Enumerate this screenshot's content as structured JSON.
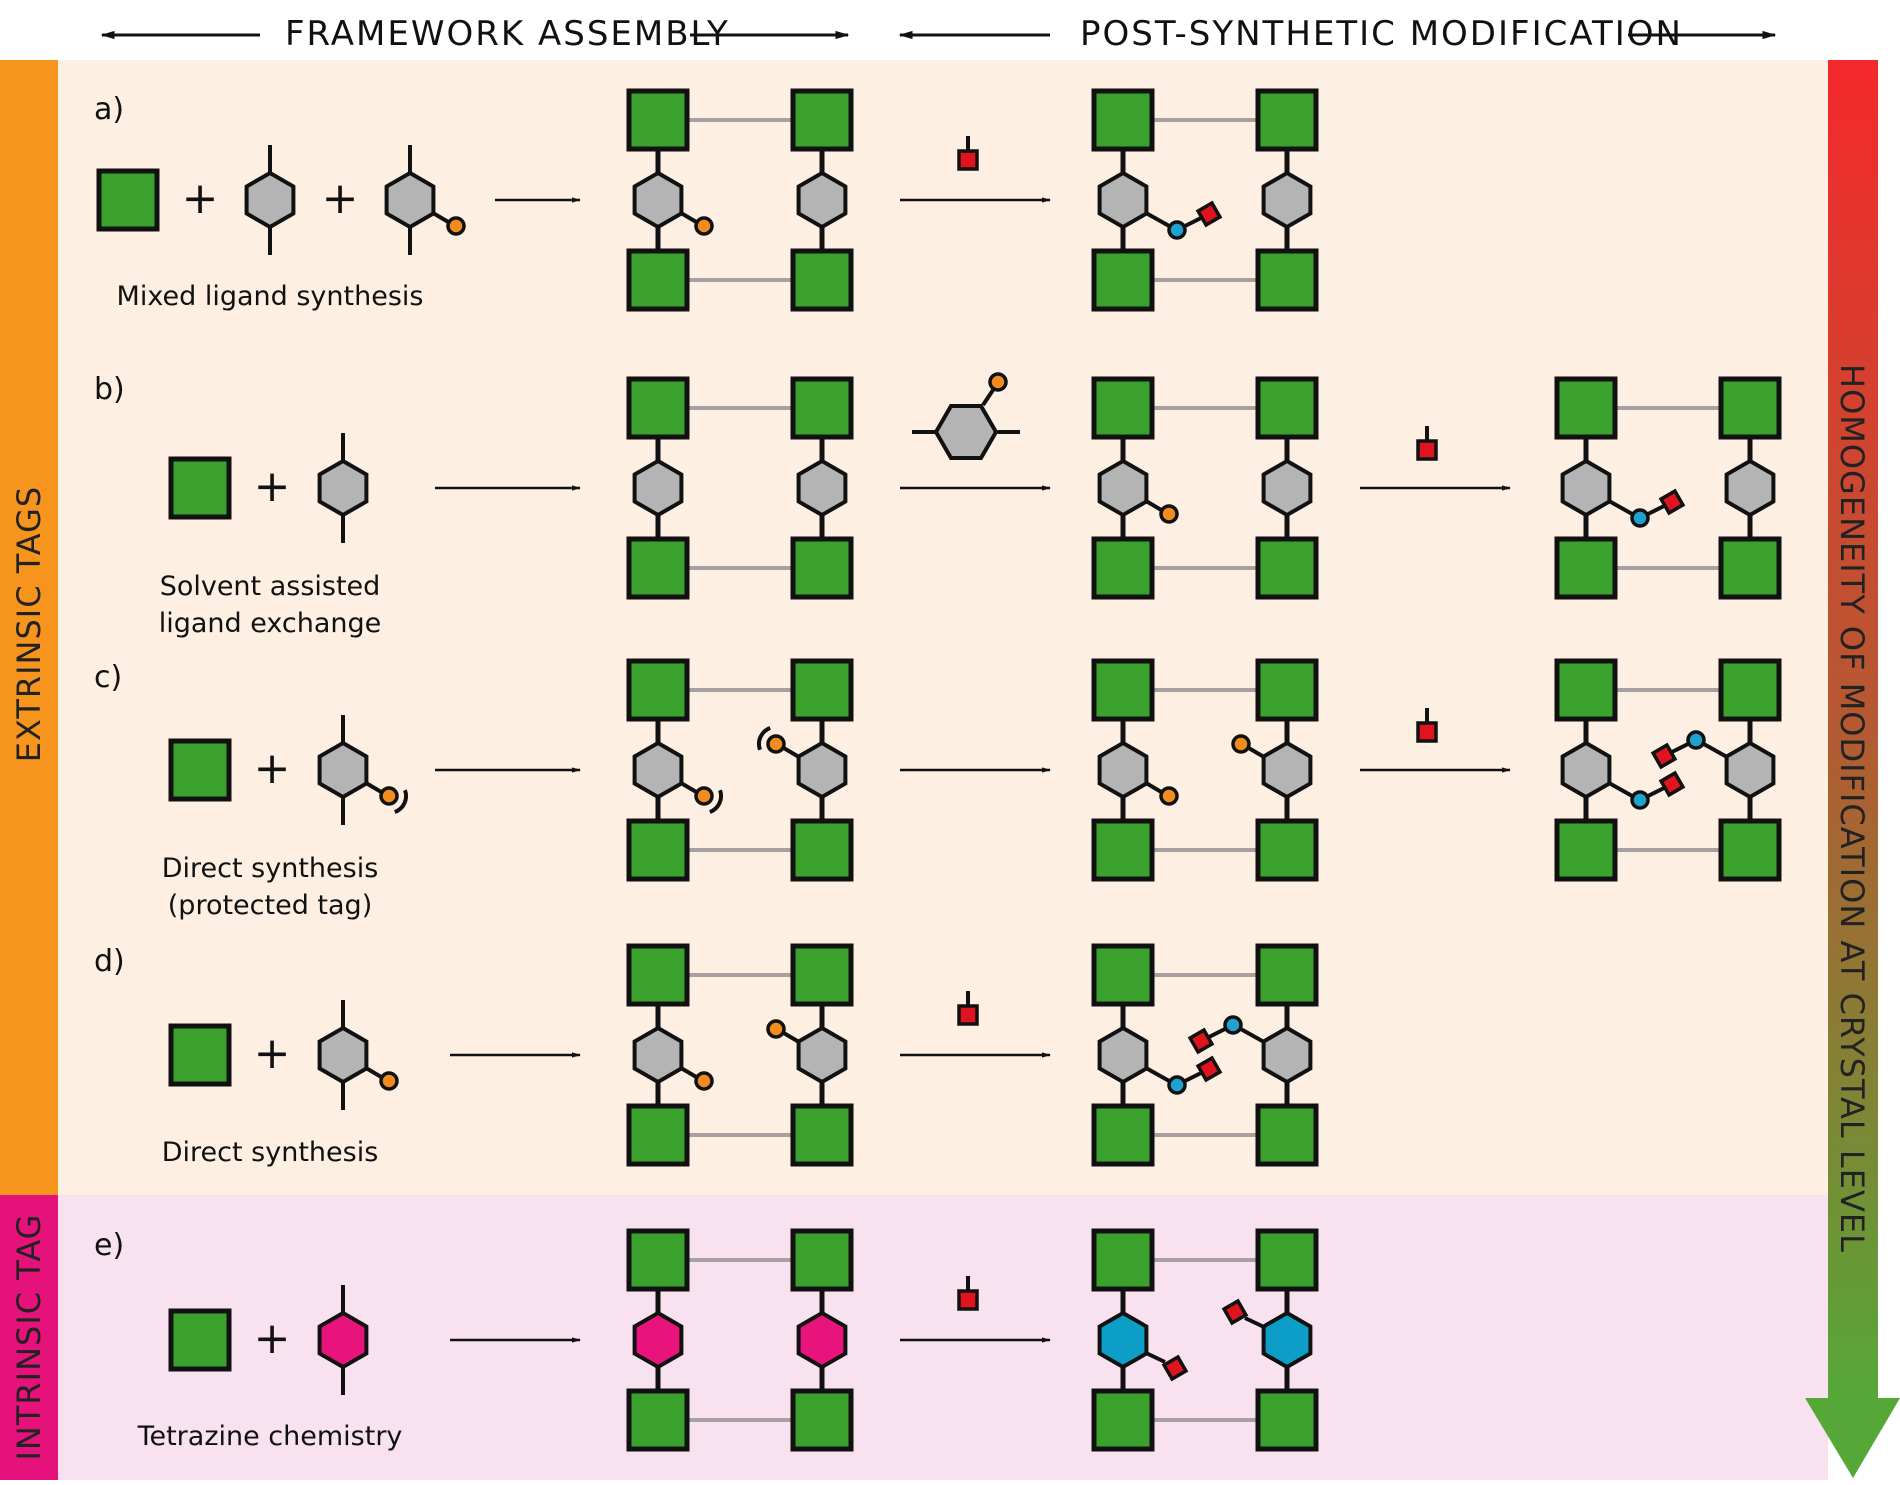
{
  "header": {
    "left_title": "FRAMEWORK ASSEMBLY",
    "right_title": "POST-SYNTHETIC MODIFICATION"
  },
  "side": {
    "extrinsic_label": "EXTRINSIC TAGS",
    "intrinsic_label": "INTRINSIC TAG",
    "homogeneity_label": "HOMOGENEITY OF MODIFICATION AT CRYSTAL LEVEL"
  },
  "rows": [
    {
      "label": "a)",
      "caption": [
        "Mixed ligand synthesis"
      ]
    },
    {
      "label": "b)",
      "caption": [
        "Solvent assisted",
        "ligand exchange"
      ]
    },
    {
      "label": "c)",
      "caption": [
        "Direct synthesis",
        "(protected tag)"
      ]
    },
    {
      "label": "d)",
      "caption": [
        "Direct synthesis"
      ]
    },
    {
      "label": "e)",
      "caption": [
        "Tetrazine chemistry"
      ]
    }
  ],
  "plus_sign": "+",
  "colors": {
    "metal_node": "#3aa22c",
    "linker": "#b4b4b4",
    "tag": "#f28c1e",
    "clicked_tag": "#1ea3d0",
    "reagent": "#e0141e",
    "tetrazine": "#e8147c",
    "tetrazine_product": "#0d9ec8",
    "extrinsic_band": "#f7941d",
    "intrinsic_band": "#e6127c",
    "extrinsic_bg": "#fdefe2",
    "intrinsic_bg": "#f8e2ef"
  }
}
